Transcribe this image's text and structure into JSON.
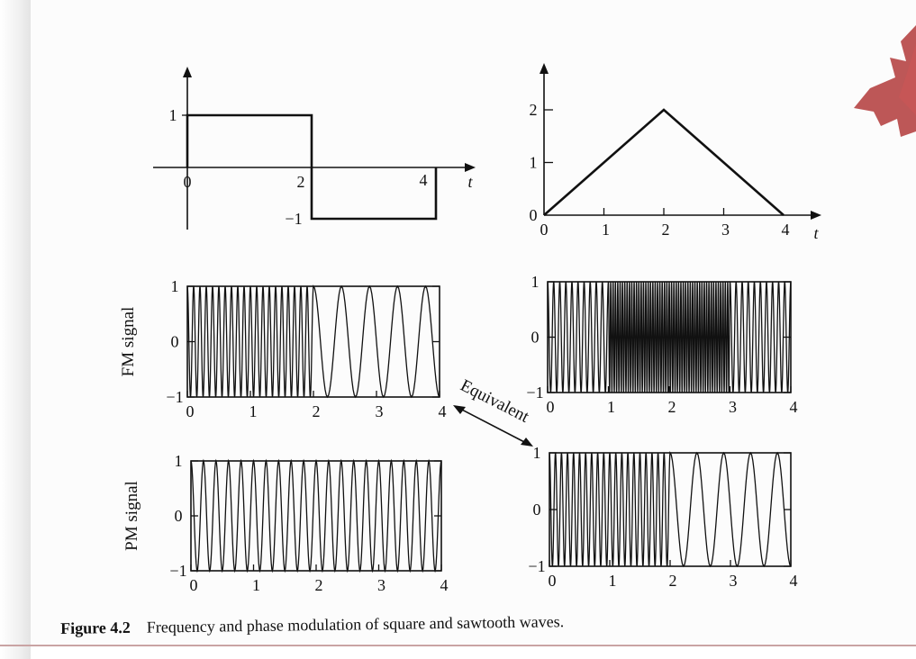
{
  "colors": {
    "ink": "#111111",
    "leaf": "#b23a3a",
    "rule": "#c9a3a3"
  },
  "icons": {
    "corner_decoration": "maple-leaf-icon"
  },
  "chart_data": [
    {
      "type": "line",
      "id": "square-wave",
      "x": [
        0,
        0,
        2,
        2,
        4,
        4
      ],
      "y": [
        0,
        1,
        1,
        -1,
        -1,
        0
      ],
      "xlim": [
        0,
        4
      ],
      "ylim": [
        -1,
        1
      ],
      "xticks": [
        "0",
        "2",
        "4"
      ],
      "yticks": [
        "1",
        "−1"
      ],
      "xlabel": "t"
    },
    {
      "type": "line",
      "id": "sawtooth-wave",
      "x": [
        0,
        2,
        4
      ],
      "y": [
        0,
        2,
        0
      ],
      "xlim": [
        0,
        4
      ],
      "ylim": [
        0,
        2
      ],
      "xticks": [
        "0",
        "1",
        "2",
        "3",
        "4"
      ],
      "yticks": [
        "0",
        "1",
        "2"
      ],
      "xlabel": "t"
    },
    {
      "type": "line",
      "id": "fm-square",
      "ylabel": "FM signal",
      "xlim": [
        0,
        4
      ],
      "ylim": [
        -1,
        1
      ],
      "xticks": [
        "0",
        "1",
        "2",
        "3",
        "4"
      ],
      "yticks": [
        "1",
        "0",
        "−1"
      ],
      "segments": [
        {
          "x0": 0,
          "x1": 2,
          "cycles_per_unit": 10
        },
        {
          "x0": 2,
          "x1": 4,
          "cycles_per_unit": 2.25
        }
      ]
    },
    {
      "type": "line",
      "id": "fm-sawtooth",
      "xlim": [
        0,
        4
      ],
      "ylim": [
        -1,
        1
      ],
      "xticks": [
        "0",
        "1",
        "2",
        "3",
        "4"
      ],
      "yticks": [
        "1",
        "0",
        "−1"
      ],
      "segments": [
        {
          "x0": 0,
          "x1": 1,
          "cycles_per_unit": 10
        },
        {
          "x0": 1,
          "x1": 3,
          "cycles_per_unit": 26
        },
        {
          "x0": 3,
          "x1": 4,
          "cycles_per_unit": 10
        }
      ]
    },
    {
      "type": "line",
      "id": "pm-square",
      "ylabel": "PM signal",
      "xlim": [
        0,
        4
      ],
      "ylim": [
        -1,
        1
      ],
      "xticks": [
        "0",
        "1",
        "2",
        "3",
        "4"
      ],
      "yticks": [
        "1",
        "0",
        "−1"
      ],
      "segments": [
        {
          "x0": 0,
          "x1": 4,
          "cycles_per_unit": 5
        }
      ]
    },
    {
      "type": "line",
      "id": "pm-sawtooth",
      "xlim": [
        0,
        4
      ],
      "ylim": [
        -1,
        1
      ],
      "xticks": [
        "0",
        "1",
        "2",
        "3",
        "4"
      ],
      "yticks": [
        "1",
        "0",
        "−1"
      ],
      "segments": [
        {
          "x0": 0,
          "x1": 2,
          "cycles_per_unit": 10
        },
        {
          "x0": 2,
          "x1": 4,
          "cycles_per_unit": 2.25
        }
      ]
    }
  ],
  "annotation": {
    "text": "Equivalent"
  },
  "caption": {
    "number": "Figure 4.2",
    "text": "Frequency and phase modulation of square and sawtooth waves."
  }
}
